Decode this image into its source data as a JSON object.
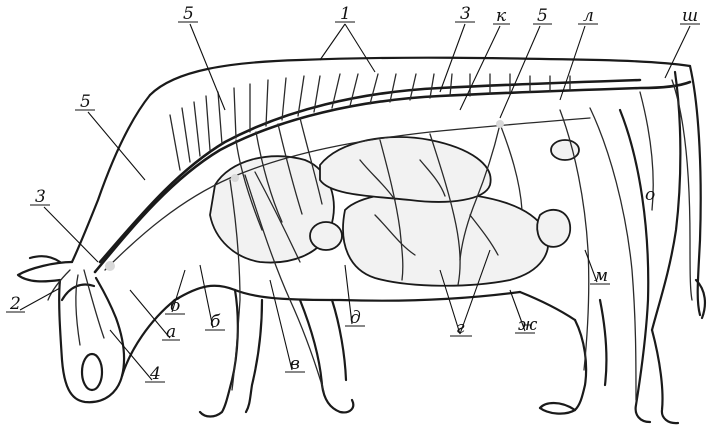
{
  "labels": {
    "l1": "1",
    "l2": "2",
    "l3_head": "3",
    "l3_back": "3",
    "l4": "4",
    "l5_neck": "5",
    "l5_top": "5",
    "l5_back": "5",
    "a": "а",
    "b_left": "б",
    "b_right": "б",
    "v": "в",
    "g": "г",
    "d": "д",
    "zh": "ж",
    "k": "к",
    "l": "л",
    "m": "м",
    "sh": "ш",
    "o": "о"
  },
  "colors": {
    "ink": "#1a1a1a",
    "paper": "#ffffff"
  }
}
